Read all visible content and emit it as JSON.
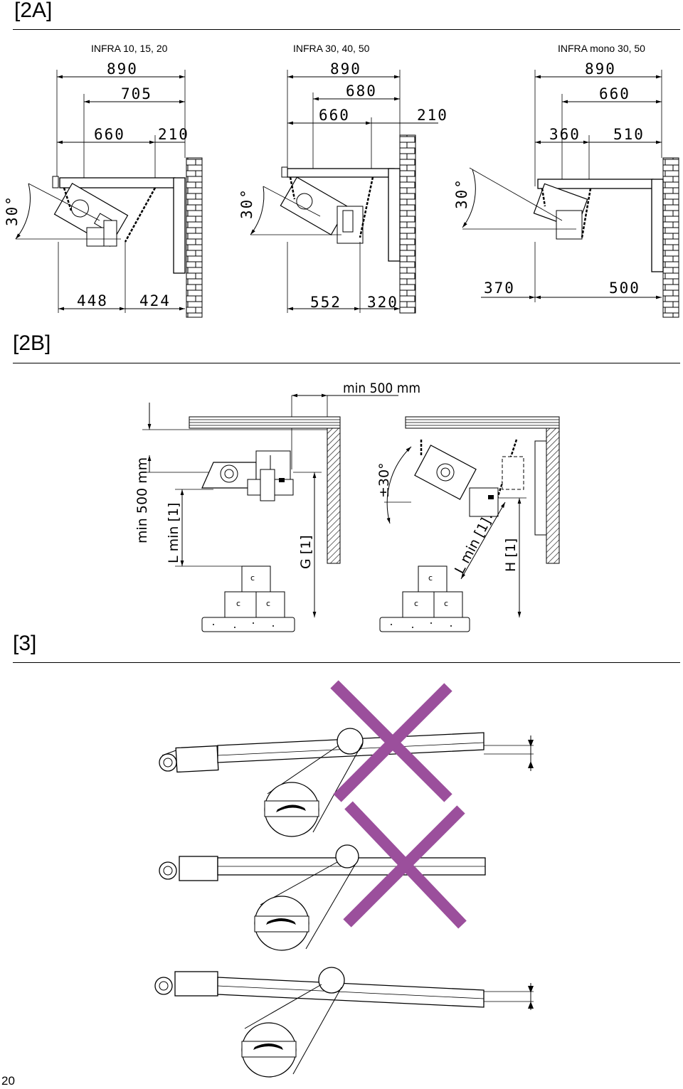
{
  "sections": {
    "s2a": "[2A]",
    "s2b": "[2B]",
    "s3": "[3]"
  },
  "fig2a": {
    "panels": [
      {
        "title": "INFRA 10, 15, 20",
        "top_dims": [
          "890",
          "705",
          "660",
          "210"
        ],
        "bottom_dims": [
          "448",
          "424"
        ],
        "angle": "30°"
      },
      {
        "title": "INFRA 30, 40, 50",
        "top_dims": [
          "890",
          "680",
          "660",
          "210"
        ],
        "bottom_dims": [
          "552",
          "320"
        ],
        "angle": "30°"
      },
      {
        "title": "INFRA mono 30, 50",
        "top_dims": [
          "890",
          "660",
          "360",
          "510"
        ],
        "bottom_dims": [
          "370",
          "500"
        ],
        "angle": "30°"
      }
    ]
  },
  "fig2b": {
    "clearance": "min 500 mm",
    "left_vertical": "min 500 mm",
    "l_min": "L min [1]",
    "g": "G [1]",
    "angle": "±30°",
    "l_min_right": "L min [1]",
    "h": "H [1]",
    "box_letter": "c"
  },
  "fig3": {
    "cross_color": "#9b4f9c"
  },
  "page_number": "20"
}
